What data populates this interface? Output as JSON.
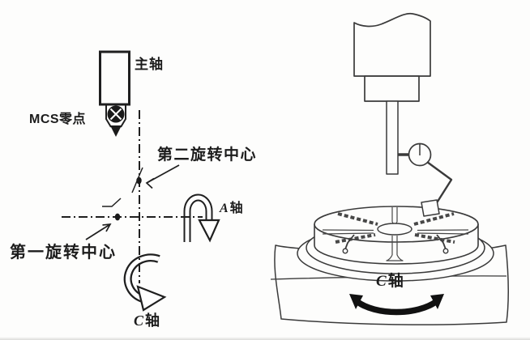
{
  "diagram": {
    "title_context": "machine rotation axes diagram",
    "left_schematic": {
      "spindle_label": "主轴",
      "mcs_zero_label": "MCS零点",
      "second_rotation_center_label": "第二旋转中心",
      "first_rotation_center_label": "第一旋转中心",
      "a_axis": {
        "letter": "A",
        "suffix": "轴"
      },
      "c_axis": {
        "letter": "C",
        "suffix": "轴"
      }
    },
    "right_illustration": {
      "c_axis": {
        "letter": "C",
        "suffix": "轴"
      }
    },
    "colors": {
      "ink": "#1c1c1c",
      "schematic_stroke": "#1f1f1f",
      "illustration_stroke": "#3a3a3a",
      "slot_stroke": "#474747",
      "arrow_fill": "#111111",
      "background": "#fdfdfc"
    }
  }
}
